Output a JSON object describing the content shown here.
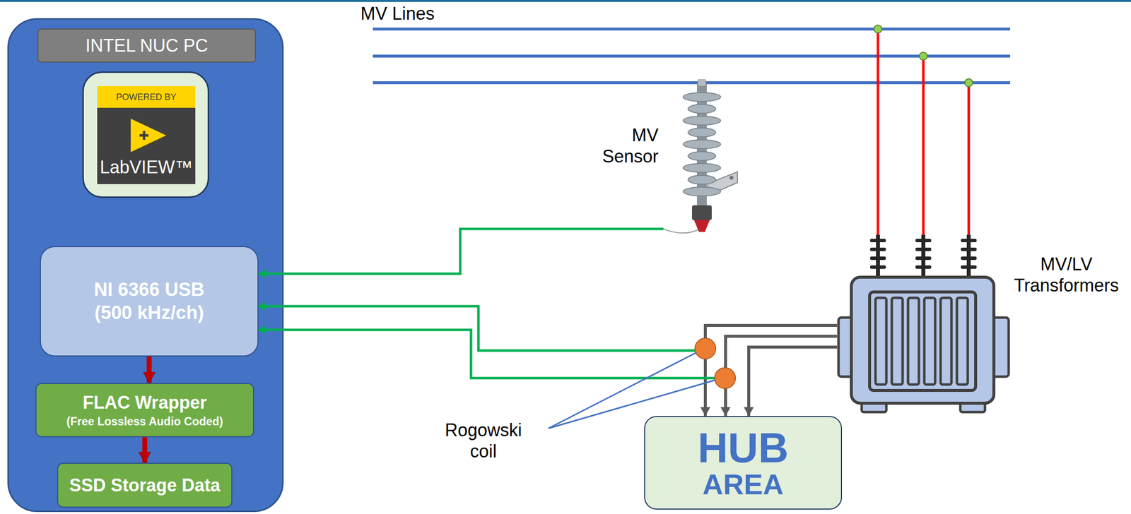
{
  "diagram": {
    "nodes": [
      {
        "text": [
          "INTEL NUC PC"
        ]
      },
      {
        "text": [
          "POWERED BY",
          "LabVIEW™"
        ],
        "in": 0
      },
      {
        "text": [
          "NI 6366 USB (500 kHz/ch)"
        ],
        "in": 0
      },
      {
        "text": [
          "FLAC Wrapper",
          "(Free Lossless Audio Coded)"
        ],
        "in": 0
      },
      {
        "text": [
          "SSD Storage Data"
        ],
        "in": 0
      },
      {
        "text": [
          "MV Sensor"
        ]
      },
      {
        "text": [
          "MV/LV Transformers"
        ]
      },
      {
        "text": [
          "HUB",
          "AREA"
        ]
      }
    ],
    "edges": [
      {
        "from": 5,
        "to": 2,
        "arrow": "to"
      },
      {
        "from": 2,
        "to": 3,
        "arrow": "to"
      },
      {
        "from": 3,
        "to": 4,
        "arrow": "to"
      },
      {
        "from": 6,
        "to": 7,
        "arrow": "to"
      },
      {
        "from": 6,
        "to": 7,
        "arrow": "to"
      },
      {
        "from": 6,
        "to": 7,
        "arrow": "to"
      }
    ],
    "labels": [
      "MV Lines",
      "Rogowski coil"
    ]
  }
}
